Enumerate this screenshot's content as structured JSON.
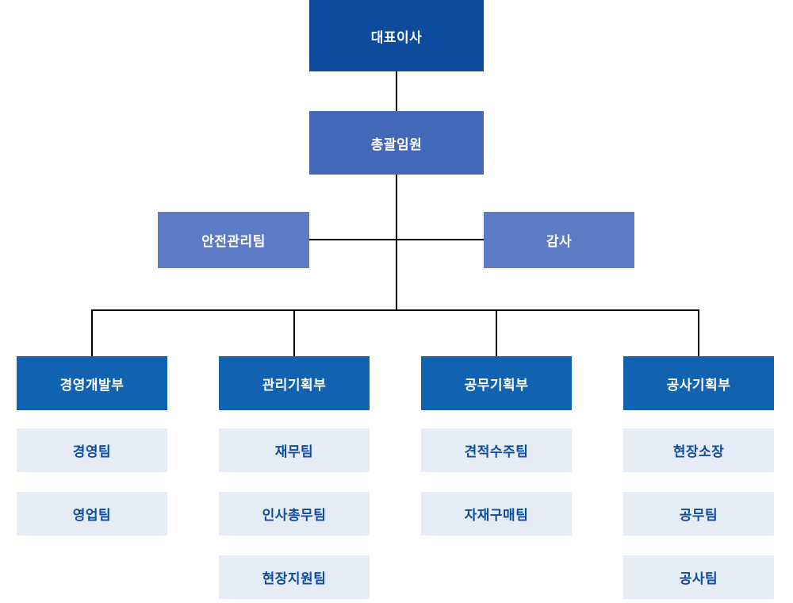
{
  "org": {
    "root": {
      "label": "대표이사"
    },
    "executive": {
      "label": "총괄임원"
    },
    "staff": [
      {
        "label": "안전관리팀"
      },
      {
        "label": "감사"
      }
    ],
    "departments": [
      {
        "label": "경영개발부",
        "teams": [
          "경영팀",
          "영업팀"
        ]
      },
      {
        "label": "관리기획부",
        "teams": [
          "재무팀",
          "인사총무팀",
          "현장지원팀"
        ]
      },
      {
        "label": "공무기획부",
        "teams": [
          "견적수주팀",
          "자재구매팀"
        ]
      },
      {
        "label": "공사기획부",
        "teams": [
          "현장소장",
          "공무팀",
          "공사팀"
        ]
      }
    ],
    "colors": {
      "root_bg": "#0d4c9d",
      "executive_bg": "#4468b8",
      "staff_bg": "#5d7bc6",
      "department_bg": "#1262b2",
      "team_bg": "#e6ecf5",
      "team_text": "#0d4da1",
      "node_text": "#ffffff",
      "connector_line": "#000000"
    }
  }
}
